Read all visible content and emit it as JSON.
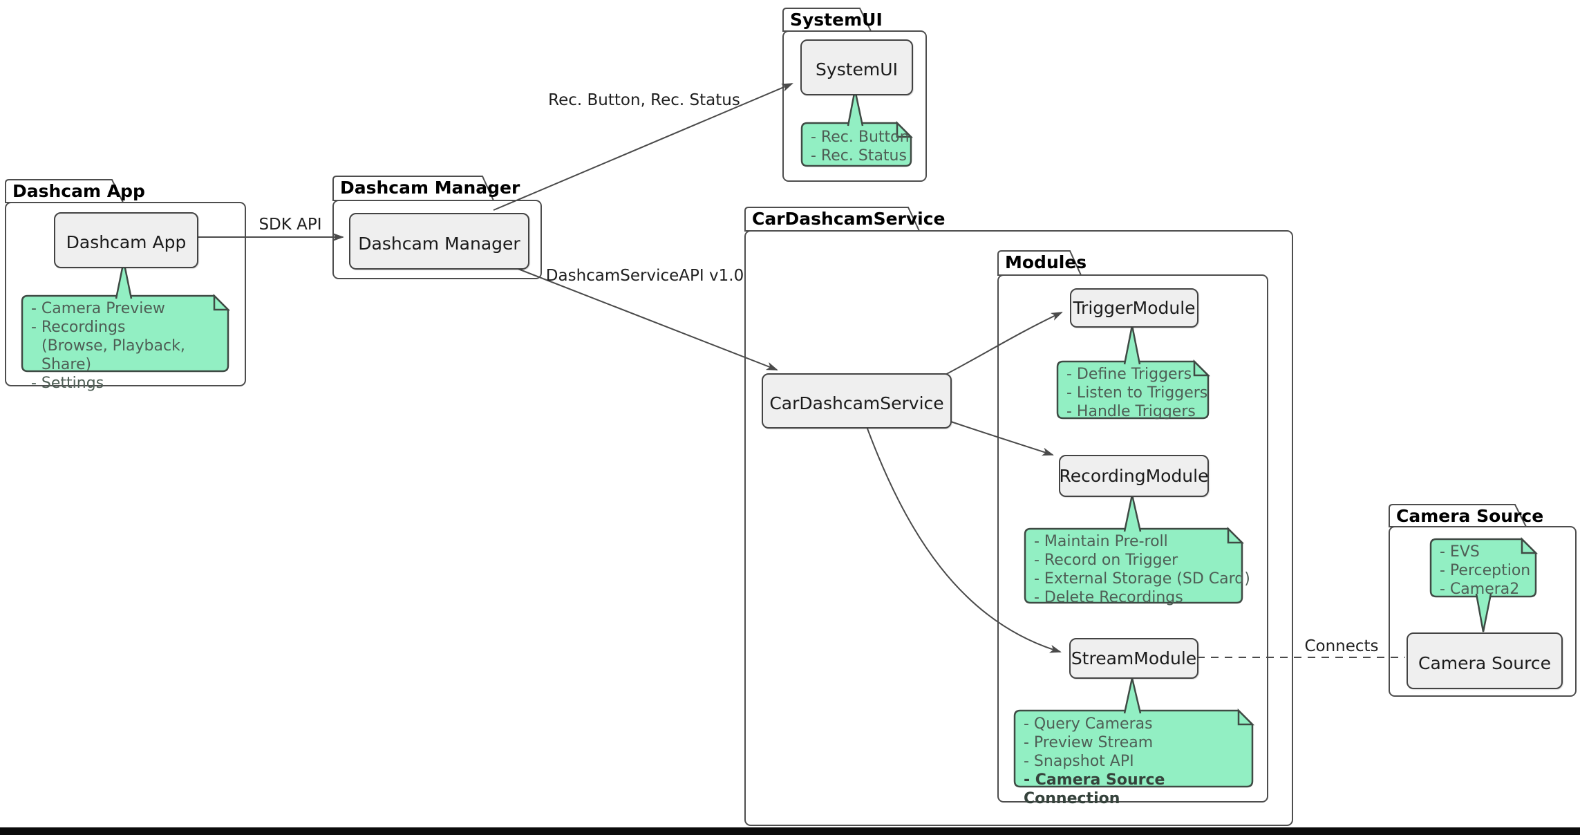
{
  "packages": {
    "dashcam_app": {
      "title": "Dashcam App"
    },
    "dashcam_manager": {
      "title": "Dashcam Manager"
    },
    "systemui": {
      "title": "SystemUI"
    },
    "car_dashcam_service": {
      "title": "CarDashcamService"
    },
    "modules": {
      "title": "Modules"
    },
    "camera_source": {
      "title": "Camera Source"
    }
  },
  "components": {
    "dashcam_app": {
      "label": "Dashcam App"
    },
    "dashcam_manager": {
      "label": "Dashcam Manager"
    },
    "systemui": {
      "label": "SystemUI"
    },
    "car_dashcam_service": {
      "label": "CarDashcamService"
    },
    "trigger_module": {
      "label": "TriggerModule"
    },
    "recording_module": {
      "label": "RecordingModule"
    },
    "stream_module": {
      "label": "StreamModule"
    },
    "camera_source": {
      "label": "Camera Source"
    }
  },
  "notes": {
    "dashcam_app": {
      "lines": [
        "- Camera Preview",
        "- Recordings",
        "(Browse, Playback, Share)",
        "- Settings"
      ]
    },
    "systemui": {
      "lines": [
        "- Rec. Button",
        "- Rec. Status"
      ]
    },
    "trigger": {
      "lines": [
        "- Define Triggers",
        "- Listen to Triggers",
        "- Handle Triggers"
      ]
    },
    "recording": {
      "lines": [
        "- Maintain Pre-roll",
        "- Record on Trigger",
        "- External Storage (SD Card)",
        "- Delete Recordings"
      ]
    },
    "stream": {
      "lines": [
        "- Query Cameras",
        "- Preview Stream",
        "- Snapshot API",
        "- Camera Source Connection"
      ]
    },
    "camera_source": {
      "lines": [
        "- EVS",
        "- Perception",
        "- Camera2"
      ]
    }
  },
  "edges": {
    "sdk_api": {
      "label": "SDK API"
    },
    "rec": {
      "label": "Rec. Button, Rec. Status"
    },
    "service_api": {
      "label": "DashcamServiceAPI v1.0"
    },
    "connects": {
      "label": "Connects"
    }
  },
  "colors": {
    "note_fill": "#92EFC3",
    "note_border": "#3F4A44",
    "component_fill": "#EFEFEF",
    "component_border": "#434343",
    "package_border": "#4D4D4D",
    "arrow": "#4A4A4A",
    "bottom_bar": "#0B0B0B"
  }
}
